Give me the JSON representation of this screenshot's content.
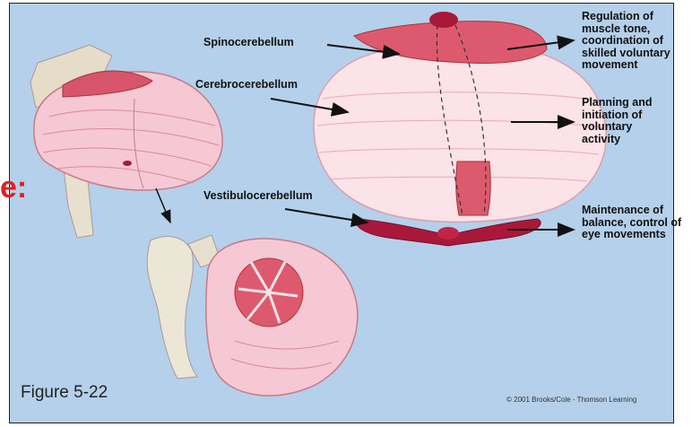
{
  "labels": {
    "spinocerebellum": "Spinocerebellum",
    "cerebrocerebellum": "Cerebrocerebellum",
    "vestibulocerebellum": "Vestibulocerebellum"
  },
  "functions": {
    "spino": "Regulation of muscle tone, coordination of skilled voluntary movement",
    "cerebro": "Planning and initiation of voluntary activity",
    "vestibulo": "Maintenance of balance, control of eye movements"
  },
  "caption": "Figure 5-22",
  "copyright": "© 2001 Brooks/Cole - Thomson Learning",
  "fragment_text": "e:",
  "colors": {
    "background": "#b5d0ea",
    "spino": "#dd5a6e",
    "cerebro": "#fbe3e8",
    "vestibulo": "#a8183a",
    "brainstem": "#e7e0cf",
    "fragment": "#e0201f"
  }
}
